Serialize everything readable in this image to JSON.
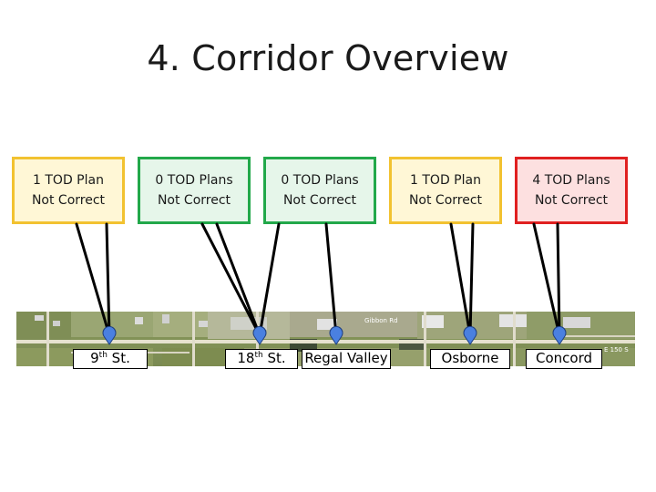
{
  "slide": {
    "title": "4. Corridor Overview"
  },
  "colors": {
    "yellow_border": "#f2c230",
    "yellow_fill": "#fff7d6",
    "green_border": "#22a84a",
    "green_fill": "#e6f6ea",
    "red_border": "#e02020",
    "red_fill": "#fde0e0",
    "marker": "#4a80e0"
  },
  "boxes": [
    {
      "line1": "1 TOD Plan",
      "line2": "Not Correct",
      "status": "yellow"
    },
    {
      "line1": "0 TOD Plans",
      "line2": "Not Correct",
      "status": "green"
    },
    {
      "line1": "0 TOD Plans",
      "line2": "Not Correct",
      "status": "green"
    },
    {
      "line1": "1 TOD Plan",
      "line2": "Not Correct",
      "status": "yellow"
    },
    {
      "line1": "4 TOD Plans",
      "line2": "Not Correct",
      "status": "red"
    }
  ],
  "stops": [
    {
      "number": "9",
      "suffix": "th",
      "rest": " St."
    },
    {
      "number": "18",
      "suffix": "th",
      "rest": " St."
    },
    {
      "text": "Regal Valley"
    },
    {
      "text": "Osborne"
    },
    {
      "text": "Concord"
    }
  ],
  "map_labels": {
    "gibbon": "Gibbon Rd",
    "ea150": "E 150 S"
  }
}
